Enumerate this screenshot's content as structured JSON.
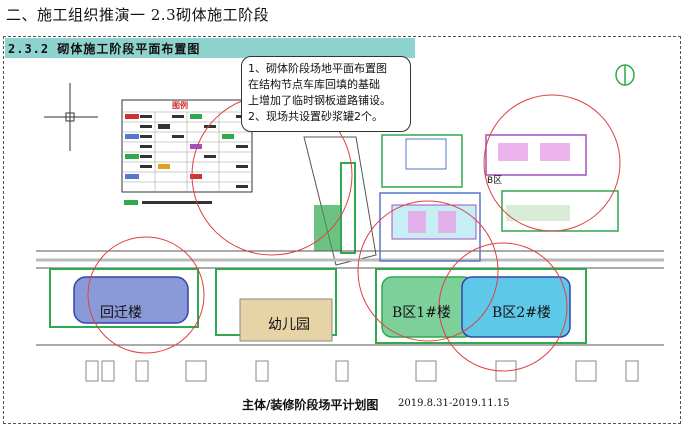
{
  "header": {
    "heading": "二、施工组织推演一 2.3砌体施工阶段",
    "subtitle": "2.3.2 砌体施工阶段平面布置图"
  },
  "note": {
    "lines": [
      "1、砌体阶段场地平面布置图",
      "在结构节点车库回填的基础",
      "上增加了临时钢板道路铺设。",
      "2、现场共设置砂浆罐2个。"
    ]
  },
  "plan": {
    "legend_title": "图例",
    "zone_b": "B区",
    "zones": [
      "回迁楼",
      "幼儿园",
      "B区1#楼",
      "B区2#楼"
    ],
    "title": "主体/装修阶段场平计划图",
    "date": "2019.8.31-2019.11.15"
  },
  "colors": {
    "subtitle_bar": "#8fd3cf",
    "road_green": "#2fa84f",
    "building_blue": "#5577cc",
    "kindergarten_tan": "#e6d3a6",
    "crane_circle": "#e04040"
  }
}
